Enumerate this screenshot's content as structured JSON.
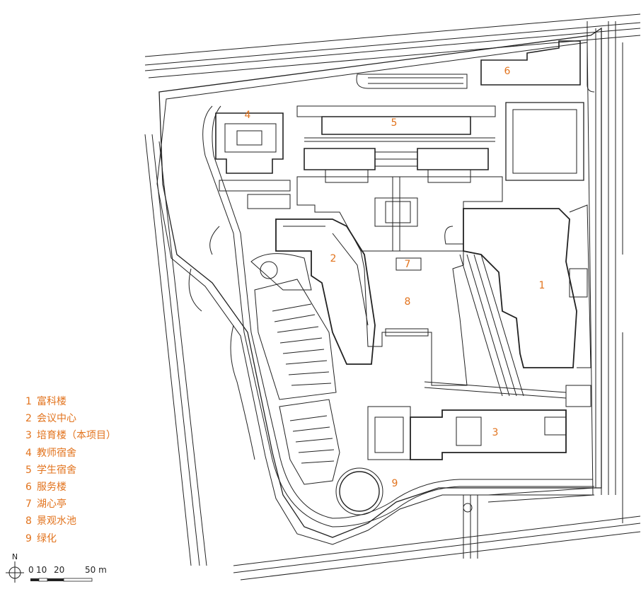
{
  "plan": {
    "labels": [
      {
        "id": "1",
        "text": "1"
      },
      {
        "id": "2",
        "text": "2"
      },
      {
        "id": "3",
        "text": "3"
      },
      {
        "id": "4",
        "text": "4"
      },
      {
        "id": "5",
        "text": "5"
      },
      {
        "id": "6",
        "text": "6"
      },
      {
        "id": "7",
        "text": "7"
      },
      {
        "id": "8",
        "text": "8"
      },
      {
        "id": "9",
        "text": "9"
      }
    ]
  },
  "legend": [
    {
      "num": "1",
      "name": "富科楼"
    },
    {
      "num": "2",
      "name": "会议中心"
    },
    {
      "num": "3",
      "name": "培育楼（本项目）"
    },
    {
      "num": "4",
      "name": "教师宿舍"
    },
    {
      "num": "5",
      "name": "学生宿舍"
    },
    {
      "num": "6",
      "name": "服务楼"
    },
    {
      "num": "7",
      "name": "湖心亭"
    },
    {
      "num": "8",
      "name": "景观水池"
    },
    {
      "num": "9",
      "name": "绿化"
    }
  ],
  "north": {
    "letter": "N"
  },
  "scale": {
    "t0": "0",
    "t10": "10",
    "t20": "20",
    "t50": "50 m"
  },
  "colors": {
    "label": "#e2731d",
    "line": "#222222"
  }
}
